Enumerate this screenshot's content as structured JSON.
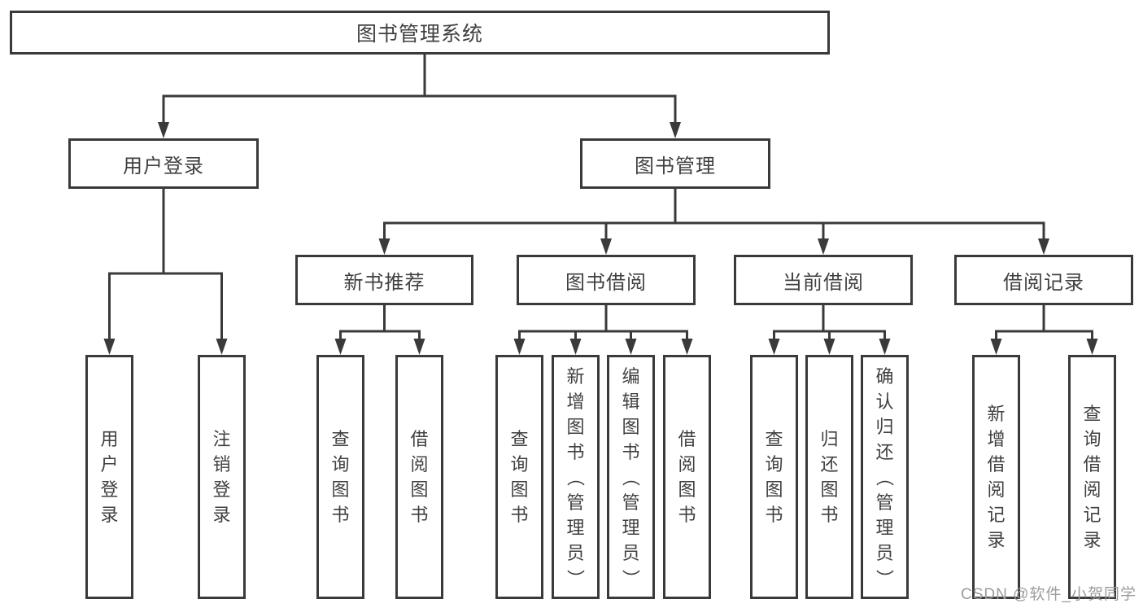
{
  "diagram": {
    "root": {
      "label": "图书管理系统"
    },
    "login": {
      "label": "用户登录",
      "children": [
        "用户登录",
        "注销登录"
      ]
    },
    "management": {
      "label": "图书管理",
      "sections": [
        {
          "label": "新书推荐",
          "children": [
            "查询图书",
            "借阅图书"
          ]
        },
        {
          "label": "图书借阅",
          "children": [
            "查询图书",
            "新增图书（管理员）",
            "编辑图书（管理员）",
            "借阅图书"
          ]
        },
        {
          "label": "当前借阅",
          "children": [
            "查询图书",
            "归还图书",
            "确认归还（管理员）"
          ]
        },
        {
          "label": "借阅记录",
          "children": [
            "新增借阅记录",
            "查询借阅记录"
          ]
        }
      ]
    }
  },
  "watermark": "CSDN @软件_小贺同学",
  "colors": {
    "line": "#3a3a3a",
    "text": "#404040",
    "watermark": "#9c9c9c",
    "background": "#ffffff"
  }
}
